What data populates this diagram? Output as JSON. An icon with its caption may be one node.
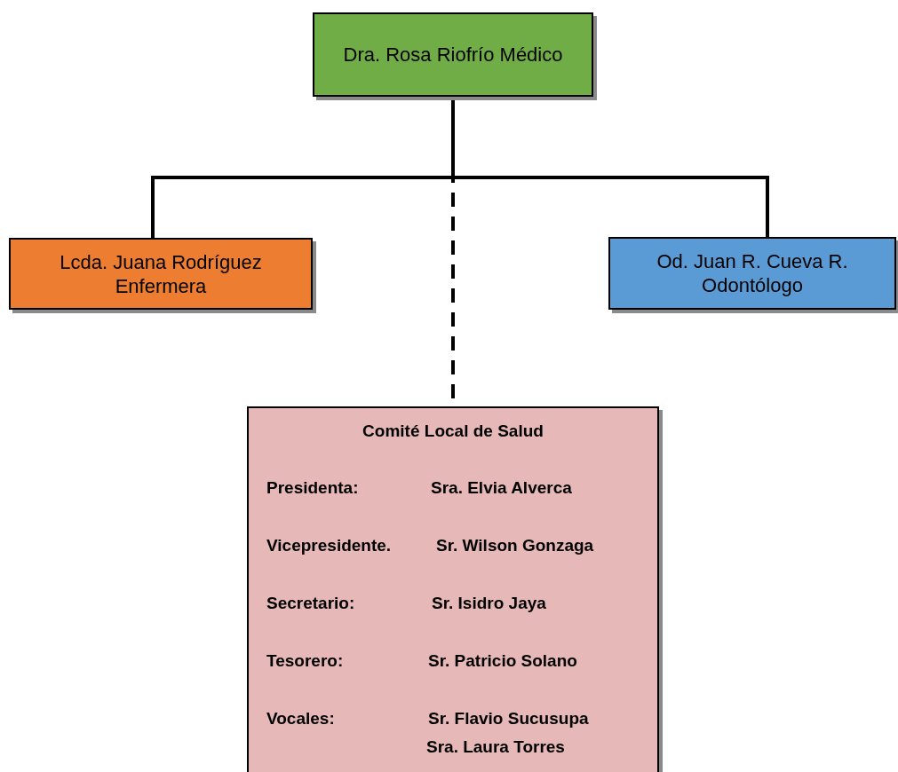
{
  "diagram": {
    "nodes": [
      {
        "text": [
          "Dra. Rosa Riofrío Médico"
        ]
      },
      {
        "text": [
          "Lcda. Juana Rodríguez Enfermera"
        ]
      },
      {
        "text": [
          "Od. Juan R. Cueva R. Odontólogo"
        ]
      },
      {
        "text": [
          "Comité Local de Salud",
          "Presidenta:",
          "Sra. Elvia Alverca",
          "Vicepresidente.",
          "Sr. Wilson Gonzaga",
          "Secretario:",
          "Sr. Isidro Jaya",
          "Tesorero:",
          "Sr. Patricio Solano",
          "Vocales:",
          "Sr. Flavio Sucusupa",
          "Sra. Laura Torres"
        ]
      }
    ],
    "edges": [
      {
        "from": 0,
        "to": 1,
        "arrow": "none"
      },
      {
        "from": 0,
        "to": 2,
        "arrow": "none"
      },
      {
        "from": 0,
        "to": 3,
        "arrow": "none",
        "style": "dashed"
      }
    ]
  }
}
